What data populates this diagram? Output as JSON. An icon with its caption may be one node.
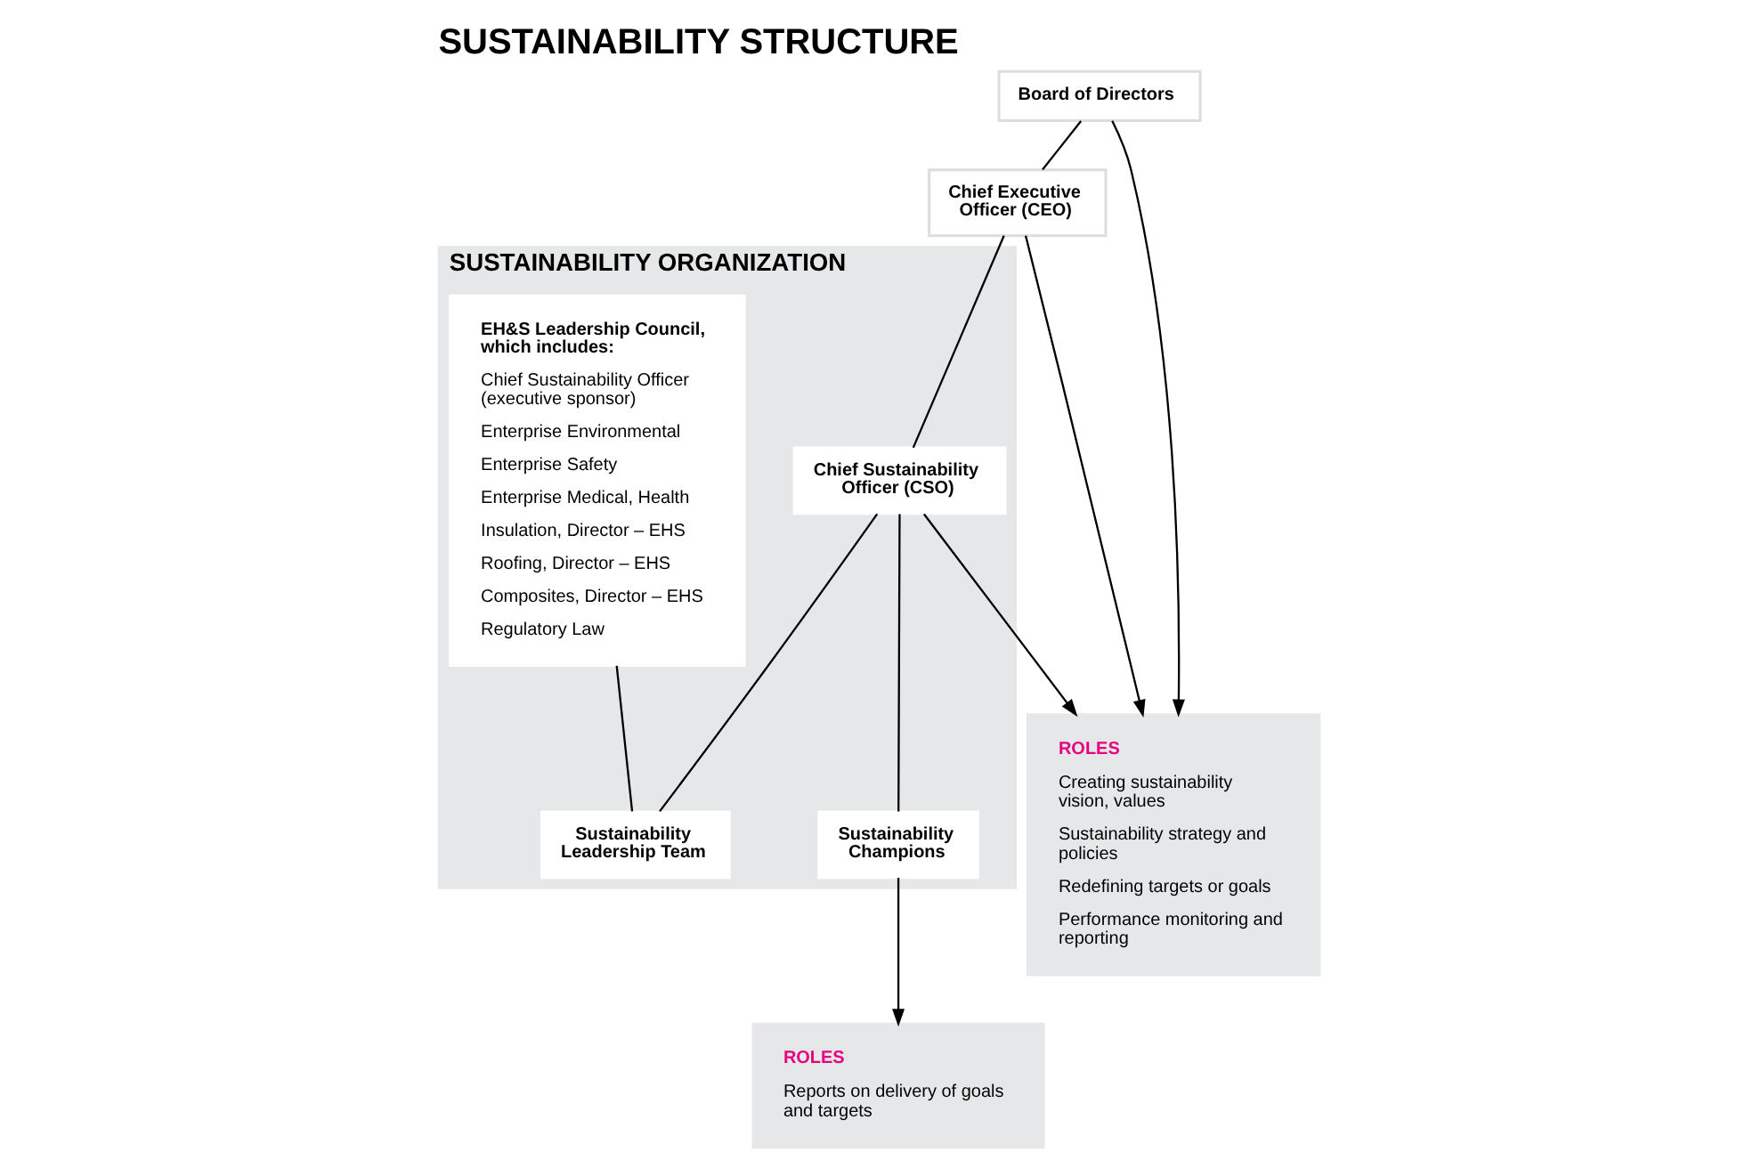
{
  "diagram": {
    "title": "SUSTAINABILITY STRUCTURE",
    "nodes": [
      {
        "text": [
          "Board of Directors"
        ]
      },
      {
        "text": [
          "Chief Executive Officer (CEO)"
        ]
      },
      {
        "text": [
          "SUSTAINABILITY ORGANIZATION"
        ]
      },
      {
        "text": [
          "EH&S Leadership Council, which includes:",
          "Chief Sustainability Officer (executive sponsor)",
          "Enterprise Environmental",
          "Enterprise Safety",
          "Enterprise Medical, Health",
          "Insulation, Director – EHS",
          "Roofing, Director – EHS",
          "Composites, Director – EHS",
          "Regulatory Law"
        ],
        "in": 2
      },
      {
        "text": [
          "Chief Sustainability Officer (CSO)"
        ],
        "in": 2
      },
      {
        "text": [
          "Sustainability Leadership Team"
        ],
        "in": 2
      },
      {
        "text": [
          "Sustainability Champions"
        ],
        "in": 2
      },
      {
        "text": [
          "ROLES",
          "Creating sustainability vision, values",
          "Sustainability strategy and policies",
          "Redefining targets or goals",
          "Performance monitoring and reporting"
        ]
      },
      {
        "text": [
          "ROLES",
          "Reports on delivery of goals and targets"
        ]
      }
    ],
    "edges": [
      {
        "from": 0,
        "to": 1,
        "arrow": "none"
      },
      {
        "from": 1,
        "to": 4,
        "arrow": "none"
      },
      {
        "from": 4,
        "to": 5,
        "arrow": "none"
      },
      {
        "from": 4,
        "to": 6,
        "arrow": "none"
      },
      {
        "from": 3,
        "to": 5,
        "arrow": "none"
      },
      {
        "from": 0,
        "to": 7,
        "arrow": "to"
      },
      {
        "from": 1,
        "to": 7,
        "arrow": "to"
      },
      {
        "from": 4,
        "to": 7,
        "arrow": "to"
      },
      {
        "from": 6,
        "to": 8,
        "arrow": "to"
      }
    ]
  }
}
